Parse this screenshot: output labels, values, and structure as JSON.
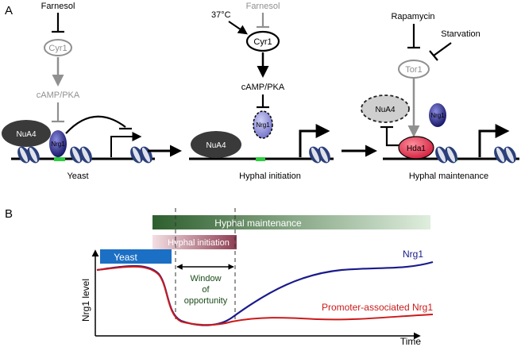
{
  "panel_a": {
    "label": "A",
    "yeast": {
      "farnesol": "Farnesol",
      "cyr1": "Cyr1",
      "camp_pka": "cAMP/PKA",
      "nua4": "NuA4",
      "nrg1": "Nrg1",
      "caption": "Yeast"
    },
    "hyphal_initiation": {
      "temp": "37°C",
      "farnesol": "Farnesol",
      "cyr1": "Cyr1",
      "camp_pka": "cAMP/PKA",
      "nrg1": "Nrg1",
      "nua4": "NuA4",
      "caption": "Hyphal initiation"
    },
    "hyphal_maintenance": {
      "rapamycin": "Rapamycin",
      "starvation": "Starvation",
      "tor1": "Tor1",
      "nua4": "NuA4",
      "nrg1": "Nrg1",
      "hda1": "Hda1",
      "caption": "Hyphal maintenance"
    }
  },
  "panel_b": {
    "label": "B",
    "yeast_bar": "Yeast",
    "initiation_bar": "Hyphal initiation",
    "maintenance_bar": "Hyphal maintenance",
    "window_text": [
      "Window",
      "of",
      "opportunity"
    ],
    "ylabel": "Nrg1 level",
    "xlabel": "Time",
    "series_nrg1": "Nrg1",
    "series_promoter": "Promoter-associated Nrg1"
  },
  "colors": {
    "nrg1_line": "#1a1a8c",
    "promoter_line": "#cc1a1a",
    "yeast_bar": "#1b6fc4",
    "initiation_bar": "#b06a7a",
    "maintenance_bar": "#3d6b3d",
    "grey_pathway": "#909090",
    "nucleosome": "#2b3f7a",
    "hda1": "#e0304a"
  }
}
